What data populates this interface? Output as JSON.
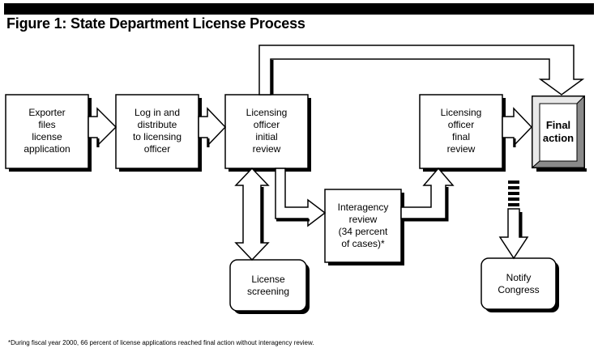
{
  "figure": {
    "title": "Figure 1: State Department License Process",
    "footnote": "*During fiscal year 2000, 66 percent of license applications reached final action without interagency review."
  },
  "nodes": {
    "exporter": [
      "Exporter",
      "files",
      "license",
      "application"
    ],
    "login": [
      "Log in and",
      "distribute",
      "to licensing",
      "officer"
    ],
    "initial_review": [
      "Licensing",
      "officer",
      "initial",
      "review"
    ],
    "final_review": [
      "Licensing",
      "officer",
      "final",
      "review"
    ],
    "final_action": [
      "Final",
      "action"
    ],
    "interagency": [
      "Interagency",
      "review",
      "(34 percent",
      "of cases)*"
    ],
    "screening": [
      "License",
      "screening"
    ],
    "notify": [
      "Notify",
      "Congress"
    ]
  },
  "colors": {
    "ink": "#000000",
    "paper": "#ffffff",
    "bevel_light": "#e0e0e0",
    "bevel_dark": "#7a7a7a"
  }
}
